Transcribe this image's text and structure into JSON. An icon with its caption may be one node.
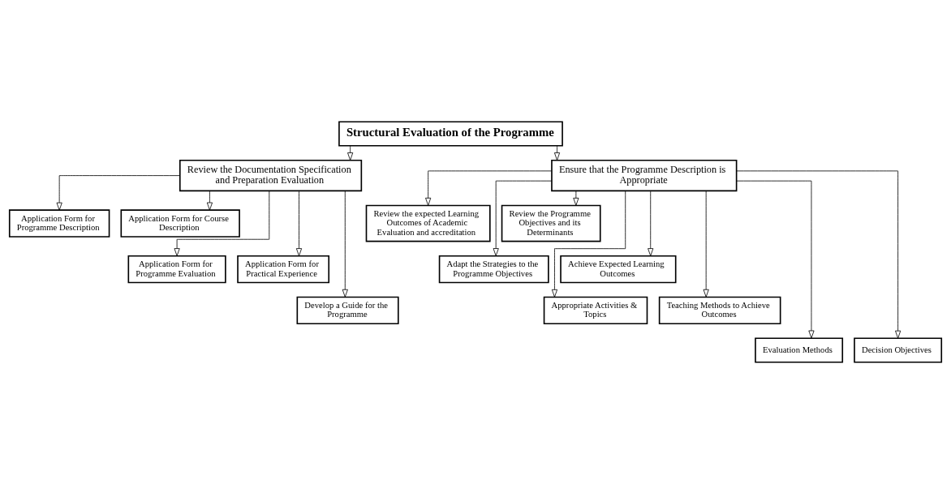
{
  "diagram": {
    "nodes": [
      {
        "text": [
          "Structural Evaluation of the Programme"
        ]
      },
      {
        "text": [
          "Review the Documentation Specification and Preparation Evaluation"
        ]
      },
      {
        "text": [
          "Ensure that the Programme Description is Appropriate"
        ]
      },
      {
        "text": [
          "Application Form for Programme Description"
        ]
      },
      {
        "text": [
          "Application Form for Course Description"
        ]
      },
      {
        "text": [
          "Application Form for Programme Evaluation"
        ]
      },
      {
        "text": [
          "Application Form for Practical Experience"
        ]
      },
      {
        "text": [
          "Develop a Guide for the Programme"
        ]
      },
      {
        "text": [
          "Review the expected Learning Outcomes of Academic Evaluation and accreditation"
        ]
      },
      {
        "text": [
          "Review the Programme Objectives and its Determinants"
        ]
      },
      {
        "text": [
          "Adapt the Strategies to the Programme Objectives"
        ]
      },
      {
        "text": [
          "Achieve Expected Learning Outcomes"
        ]
      },
      {
        "text": [
          "Appropriate Activities & Topics"
        ]
      },
      {
        "text": [
          "Teaching Methods to Achieve Outcomes"
        ]
      },
      {
        "text": [
          "Evaluation Methods"
        ]
      },
      {
        "text": [
          "Decision Objectives"
        ]
      }
    ],
    "edges": [
      {
        "from": 0,
        "to": 1,
        "arrow": "to"
      },
      {
        "from": 0,
        "to": 2,
        "arrow": "to"
      },
      {
        "from": 1,
        "to": 3,
        "arrow": "to"
      },
      {
        "from": 1,
        "to": 4,
        "arrow": "to"
      },
      {
        "from": 1,
        "to": 5,
        "arrow": "to"
      },
      {
        "from": 1,
        "to": 6,
        "arrow": "to"
      },
      {
        "from": 1,
        "to": 7,
        "arrow": "to"
      },
      {
        "from": 2,
        "to": 8,
        "arrow": "to"
      },
      {
        "from": 2,
        "to": 9,
        "arrow": "to"
      },
      {
        "from": 2,
        "to": 10,
        "arrow": "to"
      },
      {
        "from": 2,
        "to": 11,
        "arrow": "to"
      },
      {
        "from": 2,
        "to": 12,
        "arrow": "to"
      },
      {
        "from": 2,
        "to": 13,
        "arrow": "to"
      },
      {
        "from": 2,
        "to": 14,
        "arrow": "to"
      },
      {
        "from": 2,
        "to": 15,
        "arrow": "to"
      }
    ]
  }
}
